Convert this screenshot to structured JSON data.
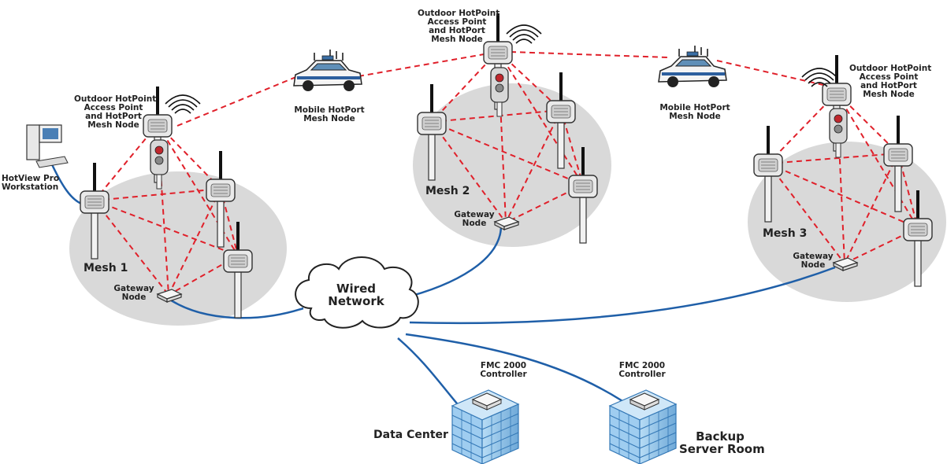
{
  "colors": {
    "mesh_fill": "#d9d9d9",
    "wireless_link": "#e0202a",
    "wired_link": "#1f5fa8",
    "building": "#8fc3e8"
  },
  "labels": {
    "hotview": [
      "HotView Pro",
      "Workstation"
    ],
    "outdoor_left": [
      "Outdoor HotPoint",
      "Access Point",
      "and HotPort",
      "Mesh Node"
    ],
    "outdoor_center": [
      "Outdoor HotPoint",
      "Access Point",
      "and HotPort",
      "Mesh Node"
    ],
    "outdoor_right": [
      "Outdoor HotPoint",
      "Access Point",
      "and HotPort",
      "Mesh Node"
    ],
    "mobile_left": [
      "Mobile HotPort",
      "Mesh Node"
    ],
    "mobile_right": [
      "Mobile HotPort",
      "Mesh Node"
    ],
    "mesh1": "Mesh 1",
    "mesh2": "Mesh 2",
    "mesh3": "Mesh 3",
    "gateway1": [
      "Gateway",
      "Node"
    ],
    "gateway2": [
      "Gateway",
      "Node"
    ],
    "gateway3": [
      "Gateway",
      "Node"
    ],
    "wired_network": [
      "Wired",
      "Network"
    ],
    "fmc_left": [
      "FMC 2000",
      "Controller"
    ],
    "fmc_right": [
      "FMC 2000",
      "Controller"
    ],
    "data_center": "Data Center",
    "backup": [
      "Backup",
      "Server Room"
    ]
  },
  "icons": [
    "workstation-icon",
    "outdoor-access-point-icon",
    "wireless-signal-icon",
    "traffic-signal-icon",
    "mesh-node-icon",
    "police-car-icon",
    "gateway-node-icon",
    "cloud-icon",
    "building-icon",
    "controller-icon"
  ]
}
